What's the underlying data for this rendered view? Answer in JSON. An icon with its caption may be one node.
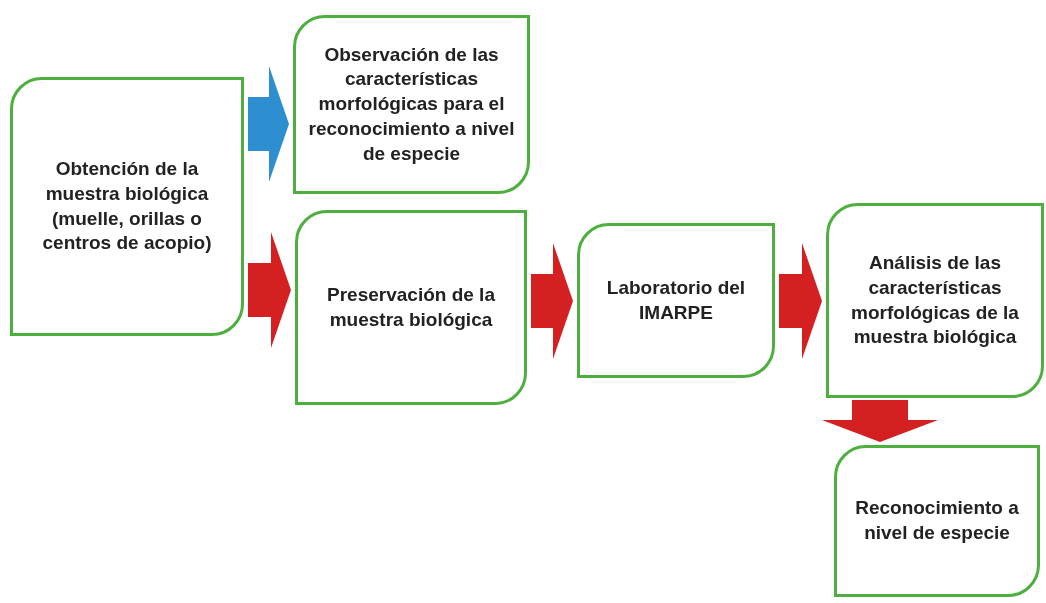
{
  "diagram": {
    "nodes": [
      {
        "text": [
          "Obtención de la muestra biológica (muelle, orillas o centros de acopio)"
        ]
      },
      {
        "text": [
          "Observación de las características morfológicas para el reconocimiento a nivel de especie"
        ]
      },
      {
        "text": [
          "Preservación de la muestra biológica"
        ]
      },
      {
        "text": [
          "Laboratorio del IMARPE"
        ]
      },
      {
        "text": [
          "Análisis de las características morfológicas de la muestra biológica"
        ]
      },
      {
        "text": [
          "Reconocimiento a nivel de especie"
        ]
      }
    ],
    "edges": [
      {
        "from": 0,
        "to": 1,
        "arrow": "to",
        "color": "#2e8fd0"
      },
      {
        "from": 0,
        "to": 2,
        "arrow": "to"
      },
      {
        "from": 2,
        "to": 3,
        "arrow": "to"
      },
      {
        "from": 3,
        "to": 4,
        "arrow": "to"
      },
      {
        "from": 4,
        "to": 5,
        "arrow": "to"
      }
    ]
  }
}
